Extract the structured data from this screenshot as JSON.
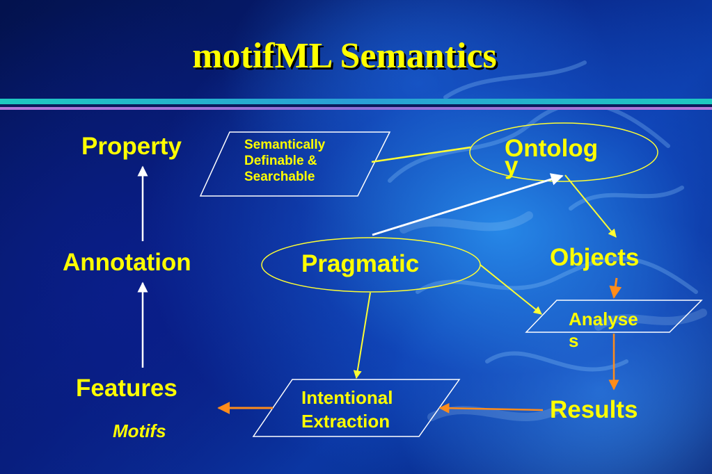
{
  "title": "motifML Semantics",
  "nodes": {
    "property": "Property",
    "annotation": "Annotation",
    "features": "Features",
    "motifs": "Motifs",
    "semantically_definable": [
      "Semantically",
      "Definable &",
      "Searchable"
    ],
    "ontology": [
      "Ontolog",
      "y"
    ],
    "pragmatic": "Pragmatic",
    "objects": "Objects",
    "analyses": [
      "Analyse",
      "s"
    ],
    "intentional_extraction": [
      "Intentional",
      "Extraction"
    ],
    "results": "Results"
  },
  "colors": {
    "text": "#ffff00",
    "yellow_line": "#ffff33",
    "white_line": "#ffffff",
    "orange_arrow": "#ff8c1a",
    "shape_outline": "#ffffff",
    "ellipse_outline": "#ffff33"
  }
}
